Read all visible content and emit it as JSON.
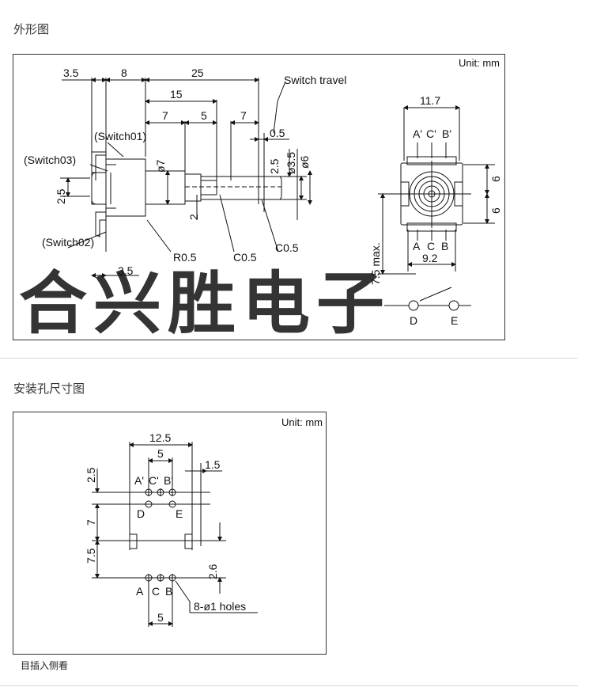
{
  "sections": {
    "outline_title": "外形图",
    "mount_title": "安装孔尺寸图",
    "footnote": "目插入侧看"
  },
  "outline": {
    "unit": "Unit: mm",
    "dims": {
      "d35": "3.5",
      "d8": "8",
      "d25": "25",
      "d15": "15",
      "d7a": "7",
      "d5": "5",
      "d7b": "7",
      "travel": "Switch travel",
      "d05": "0.5",
      "d25v": "2.5",
      "dia35": "ø3.5",
      "dia6": "ø6",
      "dia7": "ø7",
      "d25side": "2.5",
      "d2": "2",
      "r05": "R0.5",
      "c05a": "C0.5",
      "c05b": "C0.5",
      "d35b": "3.5",
      "w117": "11.7",
      "d6a": "6",
      "d6b": "6",
      "max75": "7.5 max.",
      "w92": "9.2"
    },
    "labels": {
      "sw01": "(Switch01)",
      "sw03": "(Switch03)",
      "sw02": "(Switch02)",
      "a_top": "A'",
      "c_top": "C'",
      "b_top": "B'",
      "a_bot": "A",
      "c_bot": "C",
      "b_bot": "B",
      "d": "D",
      "e": "E"
    },
    "watermark": "合兴胜电子",
    "watermark_color": "#5566dd"
  },
  "mounting": {
    "unit": "Unit: mm",
    "dims": {
      "w125": "12.5",
      "w5top": "5",
      "w15": "1.5",
      "h25": "2.5",
      "h7": "7",
      "h75": "7.5",
      "h26": "2.6",
      "w5bot": "5",
      "holes": "8-ø1 holes"
    },
    "labels": {
      "a_top": "A'",
      "c_top": "C'",
      "b_top": "B'",
      "d": "D",
      "e": "E",
      "a_bot": "A",
      "c_bot": "C",
      "b_bot": "B"
    }
  }
}
